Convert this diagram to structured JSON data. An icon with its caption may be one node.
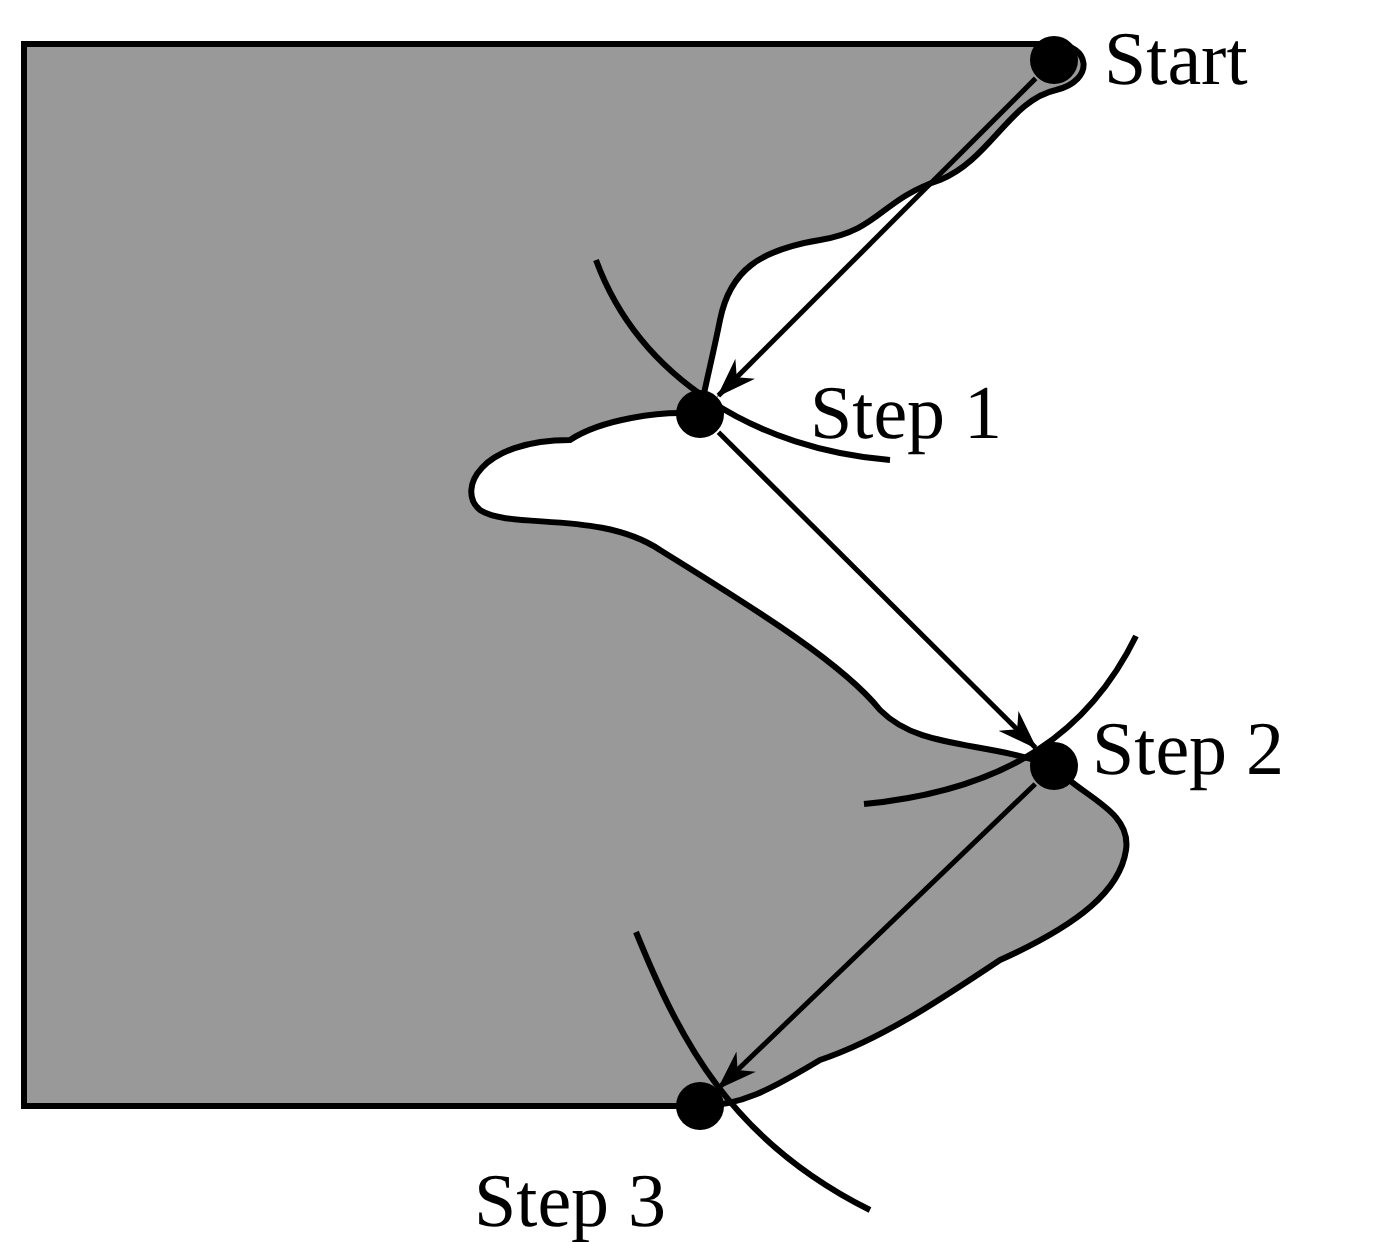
{
  "diagram": {
    "nodes": [
      {
        "text": [],
        "shape": "circle",
        "beside": [
          "Start"
        ]
      },
      {
        "text": [],
        "shape": "circle",
        "beside": [
          "Step 1"
        ]
      },
      {
        "text": [],
        "shape": "circle",
        "beside": [
          "Step 2"
        ]
      },
      {
        "text": [],
        "shape": "circle",
        "beside": [
          "Step 3"
        ]
      }
    ],
    "edges": [
      {
        "from": 0,
        "to": 1,
        "arrow": "to"
      },
      {
        "from": 1,
        "to": 2,
        "arrow": "to"
      },
      {
        "from": 2,
        "to": 3,
        "arrow": "to"
      }
    ]
  }
}
